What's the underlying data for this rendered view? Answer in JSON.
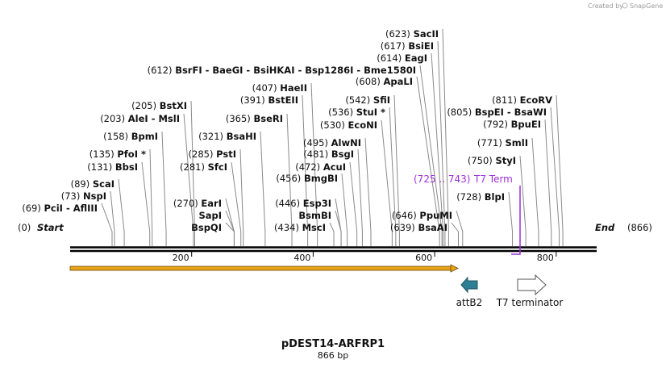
{
  "credit": {
    "prefix": "Created by",
    "brand": "SnapGene"
  },
  "map": {
    "name": "pDEST14-ARFRP1",
    "length_label": "866 bp",
    "length": 866,
    "start_label": "(0)",
    "start_text": "Start",
    "end_label": "End",
    "end_pos_label": "(866)",
    "ticks": [
      {
        "pos": 200,
        "label": "200"
      },
      {
        "pos": 400,
        "label": "400"
      },
      {
        "pos": 600,
        "label": "600"
      },
      {
        "pos": 800,
        "label": "800"
      }
    ],
    "features": [
      {
        "name": "attB2",
        "shape": "arrow-left",
        "color": "#2e7f94"
      },
      {
        "name": "T7 terminator",
        "shape": "arrow-right",
        "color": "#ffffff"
      }
    ],
    "t7_term": {
      "range": "(725 .. 743)",
      "name": "T7 Term",
      "color": "#9b30d9"
    },
    "orf_color": "#e8a317",
    "sites": [
      {
        "pos": 69,
        "label": "(69)",
        "names": "PciI  -  AflIII"
      },
      {
        "pos": 73,
        "label": "(73)",
        "names": "NspI"
      },
      {
        "pos": 89,
        "label": "(89)",
        "names": "ScaI"
      },
      {
        "pos": 131,
        "label": "(131)",
        "names": "BbsI"
      },
      {
        "pos": 135,
        "label": "(135)",
        "names": "PfoI *"
      },
      {
        "pos": 158,
        "label": "(158)",
        "names": "BpmI"
      },
      {
        "pos": 203,
        "label": "(203)",
        "names": "AleI  -  MslI"
      },
      {
        "pos": 205,
        "label": "(205)",
        "names": "BstXI"
      },
      {
        "pos": 270,
        "label": "(270)",
        "names": "EarI"
      },
      {
        "pos": 270,
        "label": "",
        "names": "SapI"
      },
      {
        "pos": 270,
        "label": "",
        "names": "BspQI"
      },
      {
        "pos": 281,
        "label": "(281)",
        "names": "SfcI"
      },
      {
        "pos": 285,
        "label": "(285)",
        "names": "PstI"
      },
      {
        "pos": 321,
        "label": "(321)",
        "names": "BsaHI"
      },
      {
        "pos": 365,
        "label": "(365)",
        "names": "BseRI"
      },
      {
        "pos": 391,
        "label": "(391)",
        "names": "BstEII"
      },
      {
        "pos": 407,
        "label": "(407)",
        "names": "HaeII"
      },
      {
        "pos": 434,
        "label": "(434)",
        "names": "MscI"
      },
      {
        "pos": 446,
        "label": "(446)",
        "names": "Esp3I"
      },
      {
        "pos": 446,
        "label": "",
        "names": "BsmBI"
      },
      {
        "pos": 456,
        "label": "(456)",
        "names": "BmgBI"
      },
      {
        "pos": 472,
        "label": "(472)",
        "names": "AcuI"
      },
      {
        "pos": 481,
        "label": "(481)",
        "names": "BsgI"
      },
      {
        "pos": 495,
        "label": "(495)",
        "names": "AlwNI"
      },
      {
        "pos": 530,
        "label": "(530)",
        "names": "EcoNI"
      },
      {
        "pos": 536,
        "label": "(536)",
        "names": "StuI *"
      },
      {
        "pos": 542,
        "label": "(542)",
        "names": "SfiI"
      },
      {
        "pos": 608,
        "label": "(608)",
        "names": "ApaLI"
      },
      {
        "pos": 612,
        "label": "(612)",
        "names": "BsrFI  -  BaeGI  -  BsiHKAI  -  Bsp1286I  -  Bme1580I"
      },
      {
        "pos": 614,
        "label": "(614)",
        "names": "EagI"
      },
      {
        "pos": 617,
        "label": "(617)",
        "names": "BsiEI"
      },
      {
        "pos": 623,
        "label": "(623)",
        "names": "SacII"
      },
      {
        "pos": 639,
        "label": "(639)",
        "names": "BsaAI"
      },
      {
        "pos": 646,
        "label": "(646)",
        "names": "PpuMI"
      },
      {
        "pos": 728,
        "label": "(728)",
        "names": "BlpI"
      },
      {
        "pos": 750,
        "label": "(750)",
        "names": "StyI"
      },
      {
        "pos": 771,
        "label": "(771)",
        "names": "SmlI"
      },
      {
        "pos": 792,
        "label": "(792)",
        "names": "BpuEI"
      },
      {
        "pos": 805,
        "label": "(805)",
        "names": "BspEI  -  BsaWI"
      },
      {
        "pos": 811,
        "label": "(811)",
        "names": "EcoRV"
      }
    ]
  }
}
